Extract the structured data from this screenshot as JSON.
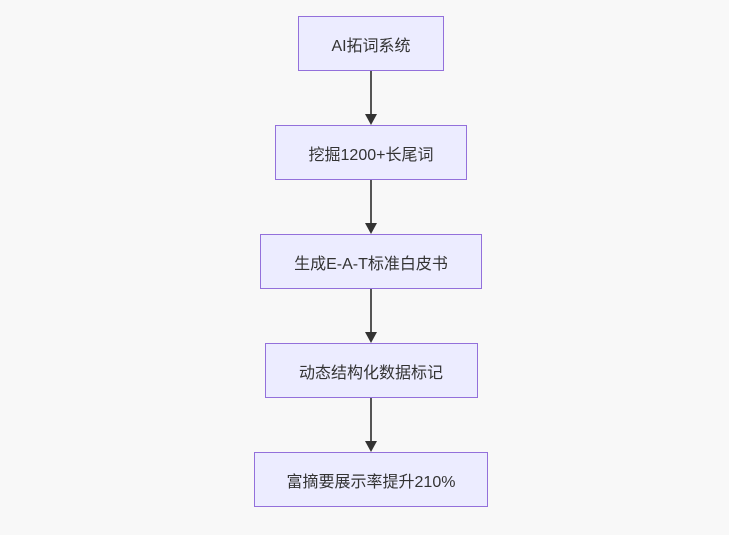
{
  "diagram": {
    "type": "flowchart",
    "direction": "top-down",
    "nodes": [
      {
        "id": "n1",
        "label": "AI拓词系统"
      },
      {
        "id": "n2",
        "label": "挖掘1200+长尾词"
      },
      {
        "id": "n3",
        "label": "生成E-A-T标准白皮书"
      },
      {
        "id": "n4",
        "label": "动态结构化数据标记"
      },
      {
        "id": "n5",
        "label": "富摘要展示率提升210%"
      }
    ],
    "edges": [
      {
        "from": "n1",
        "to": "n2"
      },
      {
        "from": "n2",
        "to": "n3"
      },
      {
        "from": "n3",
        "to": "n4"
      },
      {
        "from": "n4",
        "to": "n5"
      }
    ],
    "colors": {
      "node_fill": "#ECECFF",
      "node_border": "#9370DB",
      "arrow_line": "#555555",
      "arrow_head": "#333333",
      "text": "#333333",
      "background": "#f8f8f8"
    }
  }
}
